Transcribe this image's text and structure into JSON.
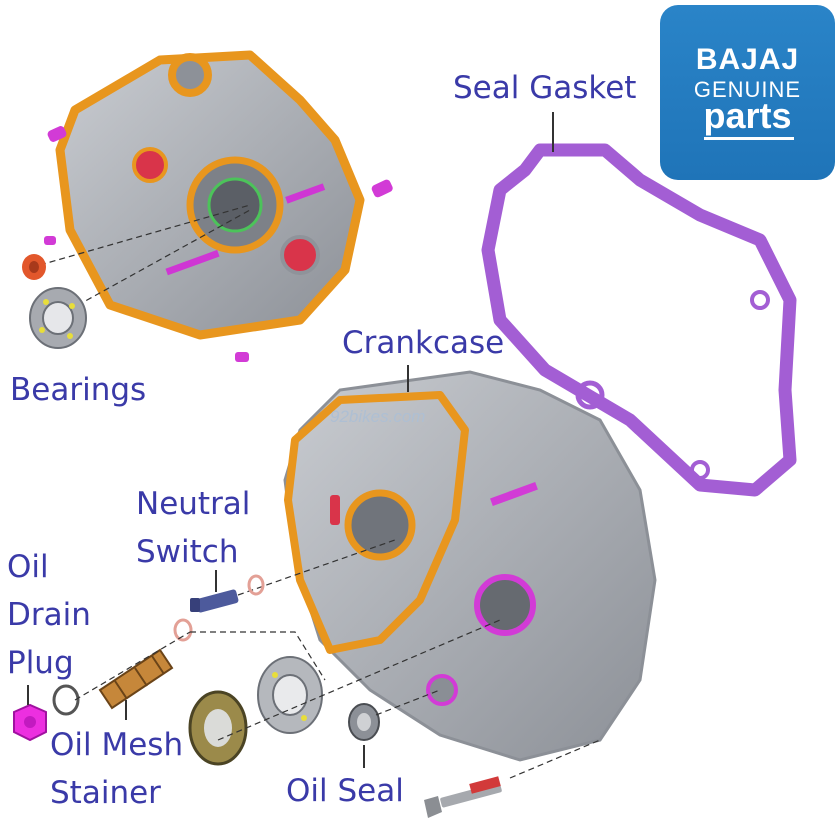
{
  "labels": {
    "seal_gasket": "Seal Gasket",
    "bearings": "Bearings",
    "crankcase": "Crankcase",
    "neutral_switch": "Neutral\nSwitch",
    "oil_drain_plug": "Oil\nDrain\nPlug",
    "oil_mesh_stainer": "Oil Mesh\nStainer",
    "oil_seal": "Oil Seal"
  },
  "brand": {
    "line1": "BAJAJ",
    "line2": "GENUINE",
    "line3": "parts",
    "color": "#1f78c1"
  },
  "watermark": "92bikes.com",
  "colors": {
    "label_text": "#3a3aa8",
    "crankcase_body": "#a9acb2",
    "crankcase_outline": "#e8961e",
    "gasket": "#a35ed4",
    "dowel": "#d23bd6",
    "oil_seal_ring": "#e23350",
    "drain_plug": "#ec2fe0"
  },
  "icons": [
    "crankcase-left-half",
    "crankcase-right-half",
    "seal-gasket",
    "bearing",
    "dowel-pin",
    "neutral-switch",
    "oil-drain-plug",
    "oil-mesh-strainer",
    "oil-seal",
    "bolt",
    "o-ring"
  ]
}
